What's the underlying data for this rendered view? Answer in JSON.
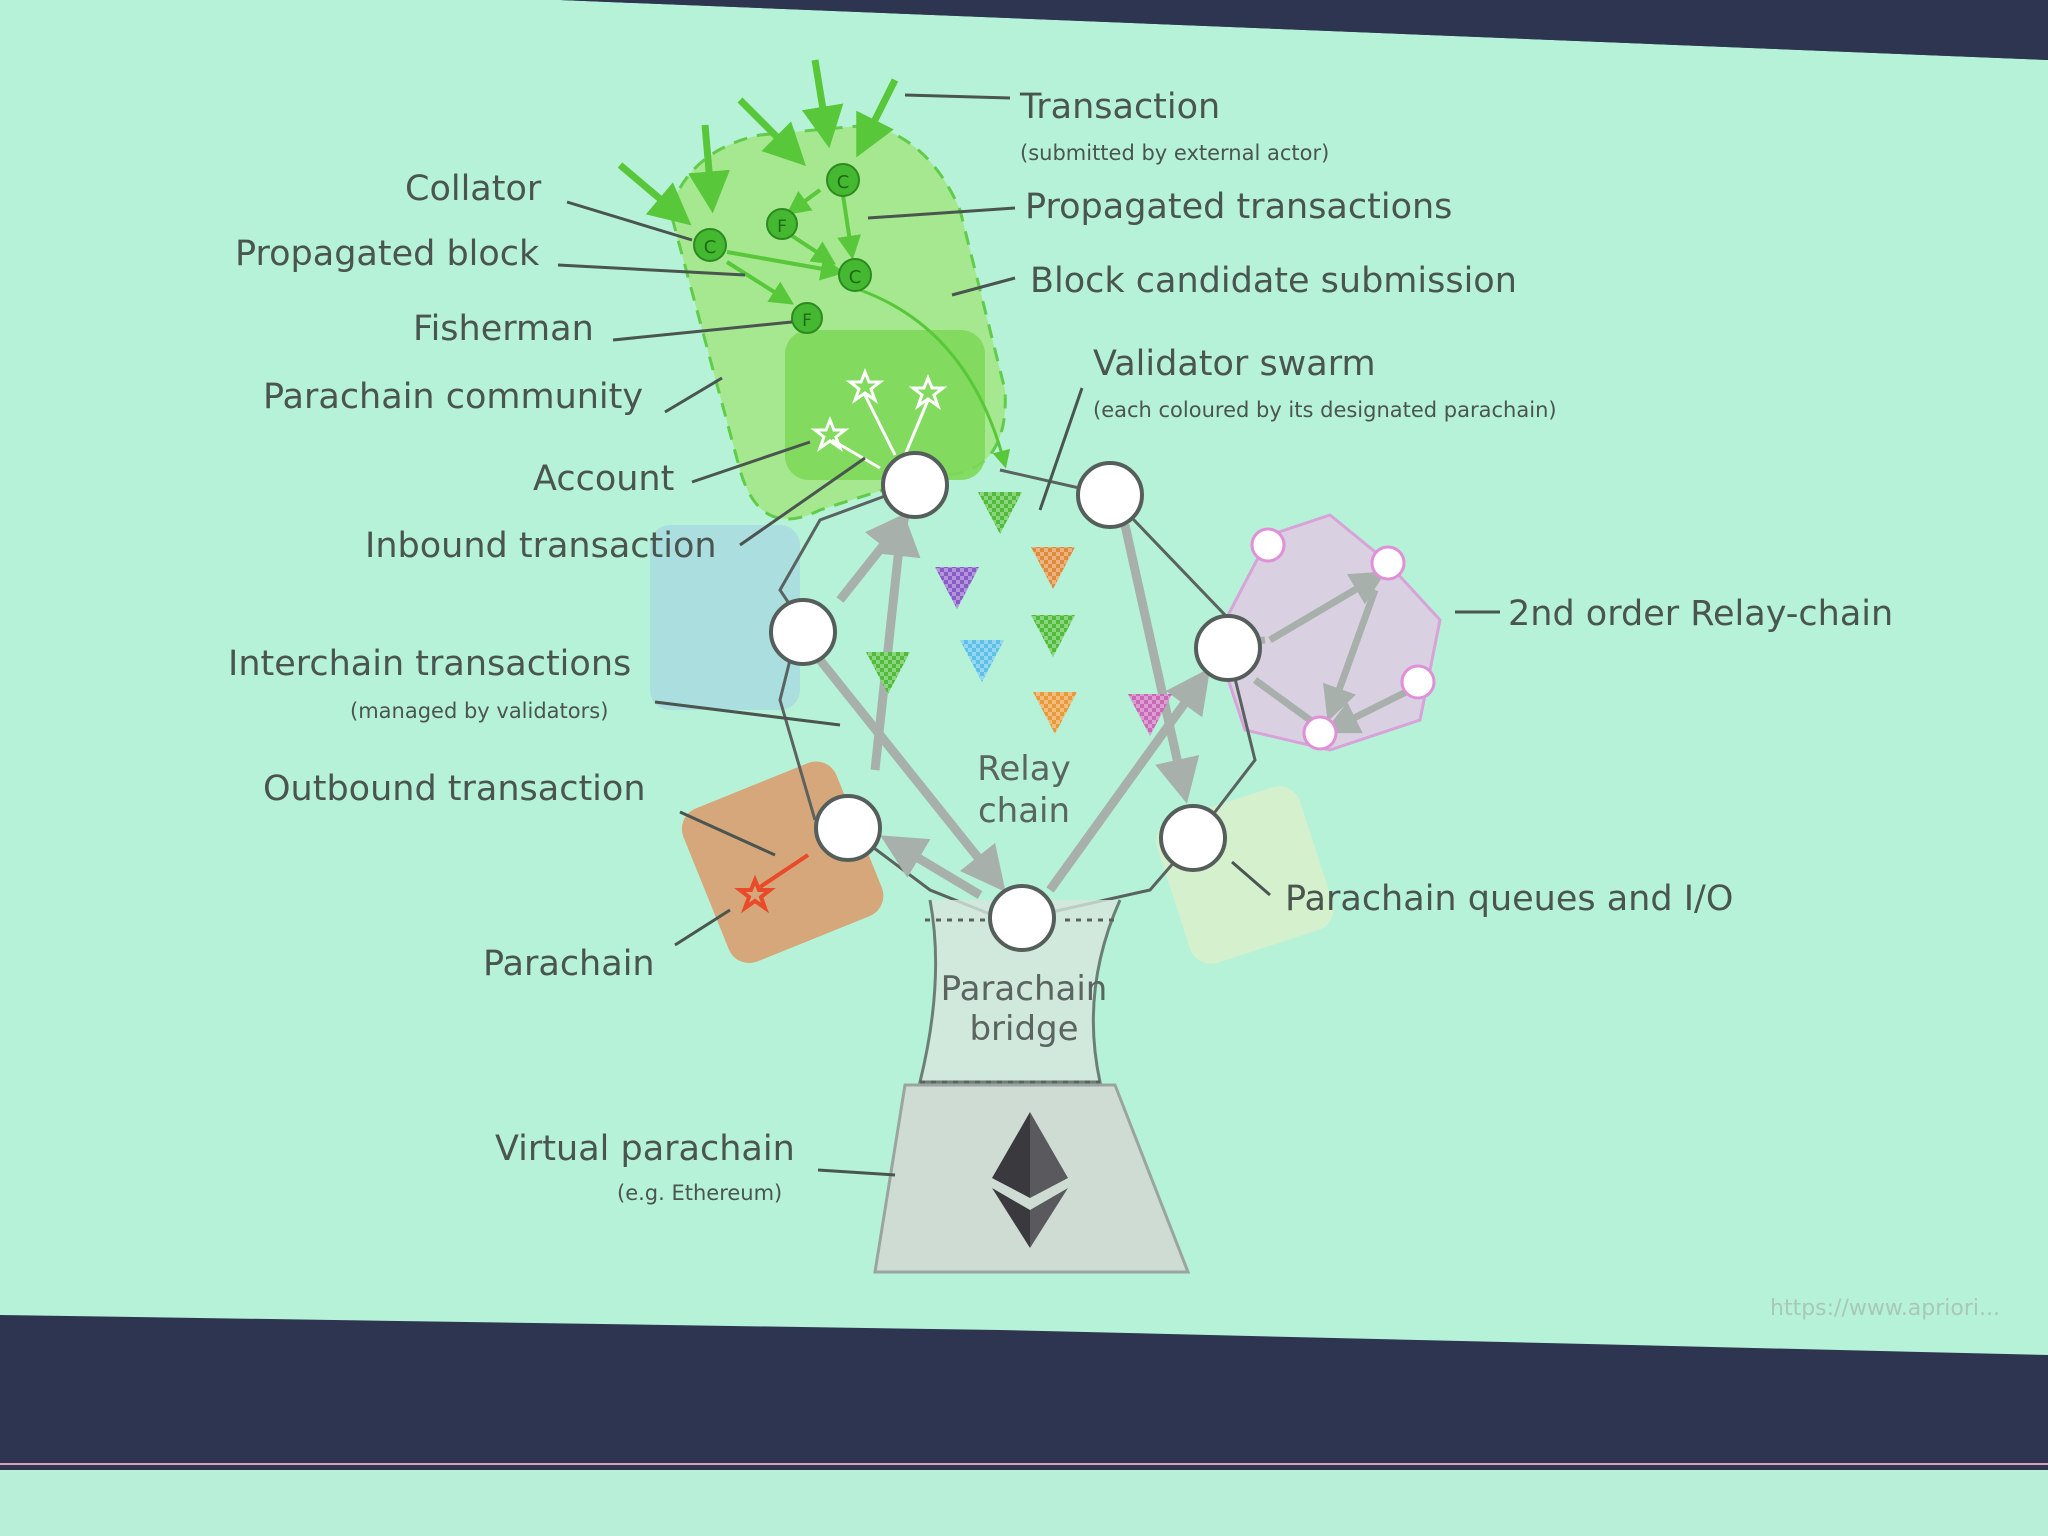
{
  "colors": {
    "screen": "#b6f2d8",
    "frame": "#2e3550",
    "label": "#4a5550",
    "parachain_green": "#58c83a",
    "relay_outline": "#5a6360"
  },
  "labels": {
    "transaction": "Transaction",
    "transaction_note": "(submitted by external actor)",
    "collator": "Collator",
    "propagated_transactions": "Propagated transactions",
    "propagated_block": "Propagated block",
    "block_candidate_submission": "Block candidate submission",
    "fisherman": "Fisherman",
    "validator_swarm": "Validator swarm",
    "validator_swarm_note": "(each coloured by its designated parachain)",
    "parachain_community": "Parachain community",
    "account": "Account",
    "inbound_transaction": "Inbound transaction",
    "second_order_relay_chain": "2nd order Relay-chain",
    "interchain_transactions": "Interchain transactions",
    "interchain_transactions_note": "(managed by validators)",
    "outbound_transaction": "Outbound transaction",
    "parachain_queues": "Parachain queues and I/O",
    "parachain": "Parachain",
    "virtual_parachain": "Virtual parachain",
    "virtual_parachain_note": "(e.g. Ethereum)"
  },
  "relay_chain": {
    "line1": "Relay",
    "line2": "chain"
  },
  "parachain_bridge": {
    "line1": "Parachain",
    "line2": "bridge"
  },
  "node_letters": {
    "collator": "C",
    "fisherman": "F"
  },
  "validator_colors": [
    "#4fbd3a",
    "#8a5cc8",
    "#e08a3c",
    "#5cc0e8",
    "#4fbd3a",
    "#e89a3a",
    "#c96ab8",
    "#4fbd3a"
  ],
  "icons": [
    "ethereum-icon",
    "account-star-icon",
    "transaction-arrow-icon"
  ],
  "footer_url": "https://www.apriori..."
}
